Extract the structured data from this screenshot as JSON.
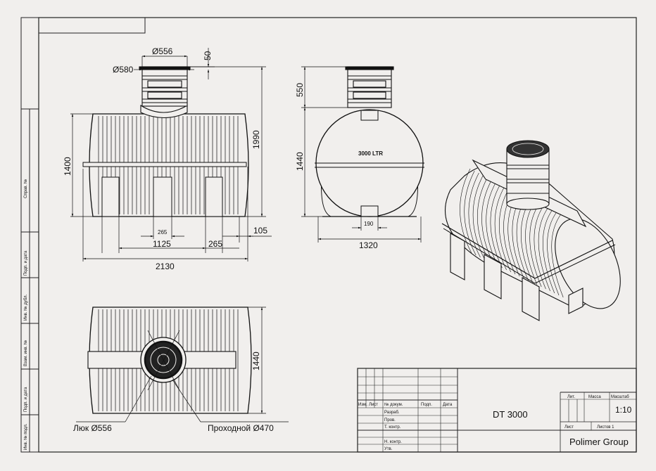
{
  "side_view": {
    "hatch_diameter": "Ø556",
    "neck_diameter": "Ø580",
    "hatch_height": "50",
    "body_height": "1400",
    "total_height": "1990",
    "leg_width": "265",
    "leg_spacing": "1125",
    "leg_width_outer": "265",
    "overhang": "105",
    "total_length": "2130"
  },
  "front_view": {
    "neck_height": "550",
    "body_height": "1440",
    "label": "3000 LTR",
    "foot_width": "190",
    "total_width": "1320"
  },
  "top_view": {
    "width": "1440",
    "hatch_label": "Люк Ø556",
    "passage_label": "Проходной Ø470"
  },
  "side_stamp": [
    "Справ. №",
    "Подп. и дата",
    "Инв. № дубл.",
    "Взам. инв. №",
    "Подп. и дата",
    "Инв. № подл."
  ],
  "title_block": {
    "headers": [
      "Изм.",
      "Лист",
      "№ докум.",
      "Подп.",
      "Дата"
    ],
    "rows": [
      "Разраб.",
      "Пров.",
      "Т. контр.",
      "",
      "Н. контр.",
      "Утв."
    ],
    "product": "DT 3000",
    "lit_label": "Лит.",
    "mass_label": "Масса",
    "scale_label": "Масштаб",
    "scale": "1:10",
    "sheet_label": "Лист",
    "sheets_label": "Листов 1",
    "company": "Polimer Group"
  }
}
